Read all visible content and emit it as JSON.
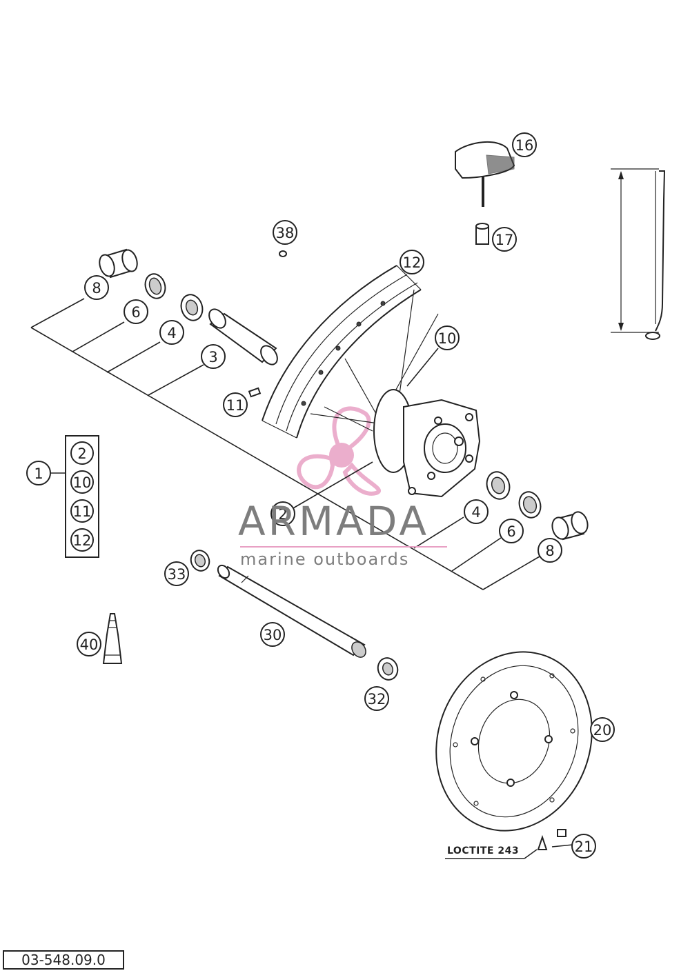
{
  "drawing_number": "03-548.09.0",
  "watermark": {
    "brand": "ARMADA",
    "tagline": "marine outboards",
    "accent_color": "#e8a0c4",
    "text_color": "#7d7d7d"
  },
  "note": {
    "loctite": "LOCTITE 243"
  },
  "kit_group": {
    "label": "1",
    "contents": [
      "2",
      "10",
      "11",
      "12"
    ]
  },
  "callouts": {
    "c16": "16",
    "c17": "17",
    "c38": "38",
    "c12_rim": "12",
    "c10_spoke": "10",
    "c8_left": "8",
    "c6_left": "6",
    "c4_left": "4",
    "c3": "3",
    "c11": "11",
    "c2": "2",
    "c4_right": "4",
    "c6_right": "6",
    "c8_right": "8",
    "c33": "33",
    "c30": "30",
    "c40": "40",
    "c32": "32",
    "c20": "20",
    "c21": "21"
  }
}
